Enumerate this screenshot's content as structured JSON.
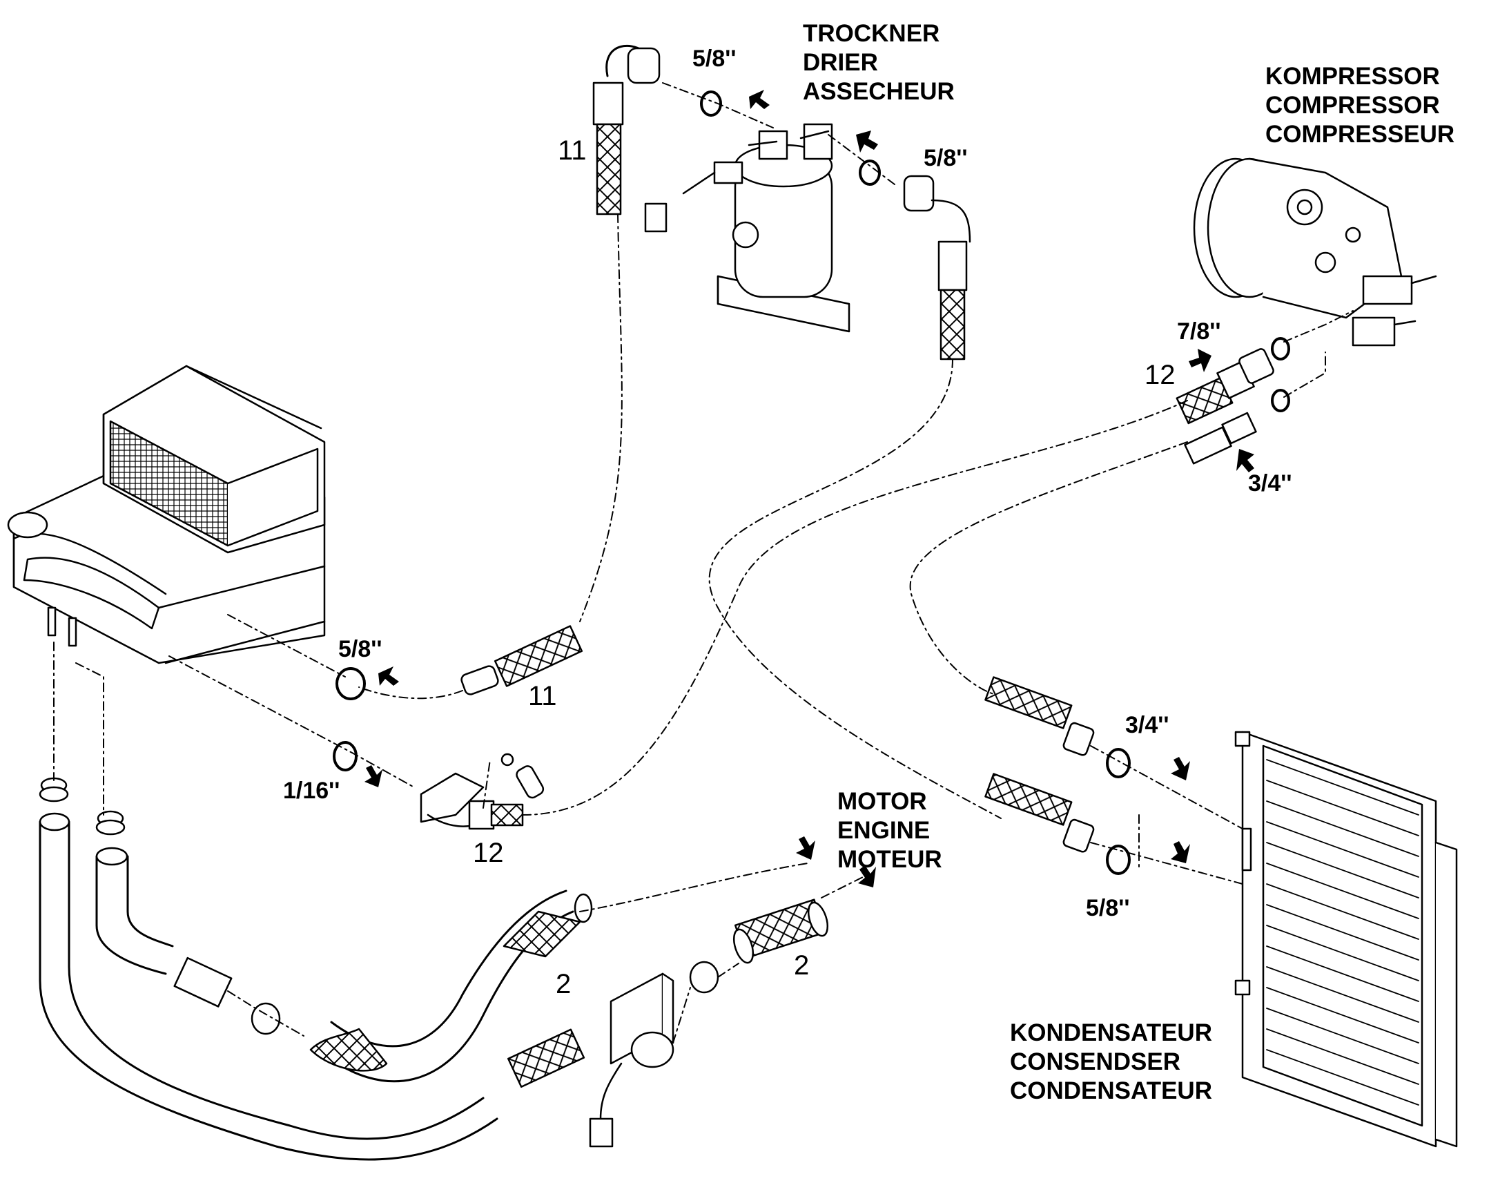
{
  "labels": {
    "drier": [
      "TROCKNER",
      "DRIER",
      "ASSECHEUR"
    ],
    "compressor": [
      "KOMPRESSOR",
      "COMPRESSOR",
      "COMPRESSEUR"
    ],
    "engine": [
      "MOTOR",
      "ENGINE",
      "MOTEUR"
    ],
    "condenser": [
      "KONDENSATEUR",
      "CONSENDSER",
      "CONDENSATEUR"
    ]
  },
  "sizes": {
    "drier_top": "5/8''",
    "drier_right": "5/8''",
    "compressor_upper": "7/8''",
    "compressor_lower": "3/4''",
    "evaporator_top": "5/8''",
    "evaporator_bottom": "1/16''",
    "condenser_upper": "3/4''",
    "condenser_lower": "5/8''"
  },
  "part_numbers": {
    "hose_11_upper": "11",
    "hose_11_lower": "11",
    "hose_12_upper": "12",
    "hose_12_lower": "12",
    "hose_2_left": "2",
    "hose_2_right": "2"
  }
}
